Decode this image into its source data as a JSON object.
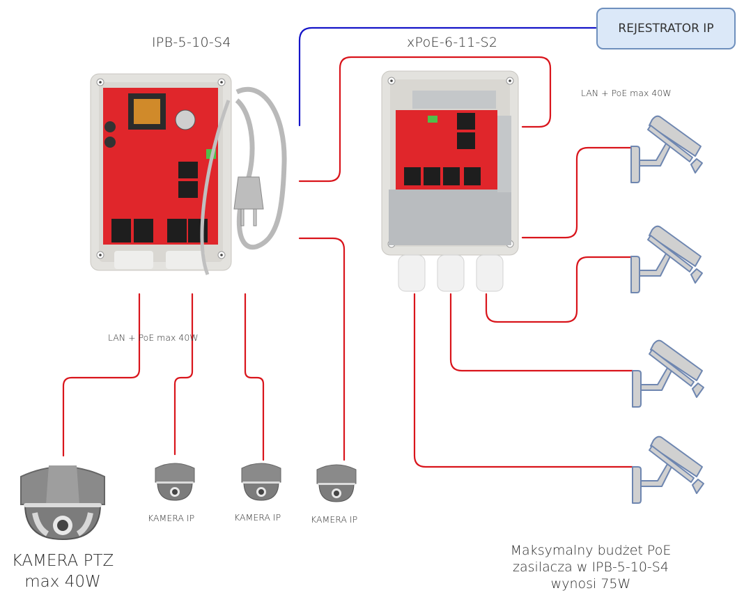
{
  "colors": {
    "poe_line": "#d9141b",
    "uplink_line": "#1515c8",
    "recorder_fill": "#dbe8f8",
    "recorder_border": "#6e8fbd",
    "pcb": "#e0262b",
    "enclosure": "#e3e2de",
    "camera_fill": "#d0d0d0",
    "camera_stroke": "#6e86b0",
    "dome_gray": "#8a8a8a"
  },
  "recorder": {
    "label": "REJESTRATOR IP",
    "icon": "recorder-box"
  },
  "devices": [
    {
      "id": "ipb",
      "label": "IPB-5-10-S4",
      "icon": "poe-switch-enclosure-with-power-cord"
    },
    {
      "id": "xpoe",
      "label": "xPoE-6-11-S2",
      "icon": "poe-extender-enclosure"
    }
  ],
  "link_labels": {
    "ipb_outputs": "LAN + PoE max 40W",
    "xpoe_outputs": "LAN + PoE max 40W"
  },
  "ipb_cameras": [
    {
      "label_line1": "KAMERA PTZ",
      "label_line2": "max 40W",
      "icon": "dome-camera-large"
    },
    {
      "label_line1": "KAMERA IP",
      "icon": "dome-camera"
    },
    {
      "label_line1": "KAMERA IP",
      "icon": "dome-camera"
    },
    {
      "label_line1": "KAMERA IP",
      "icon": "dome-camera"
    }
  ],
  "xpoe_cameras": [
    {
      "icon": "bullet-camera"
    },
    {
      "icon": "bullet-camera"
    },
    {
      "icon": "bullet-camera"
    },
    {
      "icon": "bullet-camera"
    }
  ],
  "budget_note": {
    "line1": "Maksymalny budżet PoE",
    "line2": "zasilacza  w IPB-5-10-S4",
    "line3": "wynosi 75W"
  }
}
